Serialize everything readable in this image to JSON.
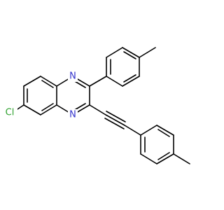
{
  "molecule": {
    "atoms": {
      "n1": {
        "label": "N",
        "color": "#3333cc"
      },
      "n4": {
        "label": "N",
        "color": "#3333cc"
      },
      "cl": {
        "label": "Cl",
        "color": "#2ca02c"
      }
    },
    "colors": {
      "bond": "#000000",
      "background": "#ffffff"
    }
  }
}
